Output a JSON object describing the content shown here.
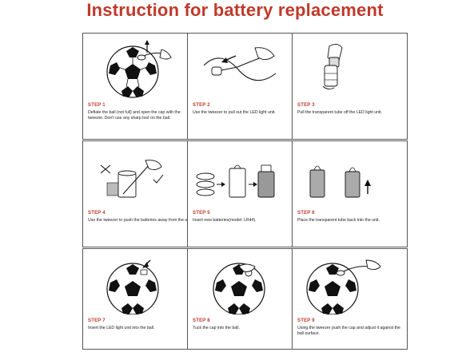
{
  "title": "Instruction for battery replacement",
  "colors": {
    "accent": "#c0392b",
    "ink": "#1a1a1a",
    "border": "#555555"
  },
  "steps": [
    {
      "label": "STEP 1",
      "text": "Deflate the ball (not full) and open the cap with the tweezer. Don't use any sharp tool on the ball.",
      "icon": "soccer-ball-open-cap-icon"
    },
    {
      "label": "STEP 2",
      "text": "Use the tweezer to pull out the LED light unit.",
      "icon": "pull-led-unit-icon"
    },
    {
      "label": "STEP 3",
      "text": "Pull the transparent tube off the LED light unit.",
      "icon": "remove-tube-icon"
    },
    {
      "label": "STEP 4",
      "text": "Use the tweezer to push the batteries away from the unit.",
      "icon": "push-batteries-icon"
    },
    {
      "label": "STEP 5",
      "text": "Insert new batteries(model: LR44).",
      "icon": "insert-batteries-icon"
    },
    {
      "label": "STEP 6",
      "text": "Place the transparent tube back into the unit.",
      "icon": "replace-tube-icon"
    },
    {
      "label": "STEP 7",
      "text": "Insert the LED light unit into the ball.",
      "icon": "insert-led-icon"
    },
    {
      "label": "STEP 8",
      "text": "Tuck the cap into the ball.",
      "icon": "tuck-cap-icon"
    },
    {
      "label": "STEP 9",
      "text": "Using the tweezer push the cap and adjust it against the ball surface.",
      "icon": "adjust-cap-icon"
    }
  ]
}
